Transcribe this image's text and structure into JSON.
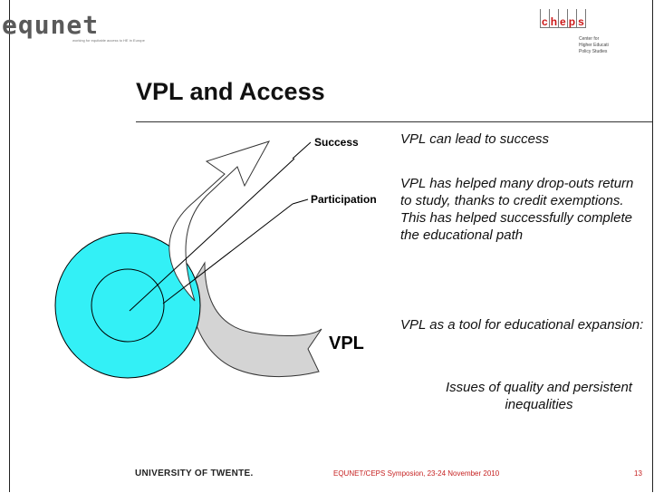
{
  "logos": {
    "left_name": "equnet",
    "left_tagline": "working for equitable access to HE in Europe",
    "right_letters": [
      "c",
      "h",
      "e",
      "p",
      "s"
    ],
    "right_sub": [
      "Center for",
      "Higher Educati",
      "Policy Studies"
    ]
  },
  "slide": {
    "title": "VPL and Access"
  },
  "diagram": {
    "label_success": "Success",
    "label_participation": "Participation",
    "label_vpl": "VPL",
    "colors": {
      "circle_fill": "#33f0f6",
      "ribbon_fill": "#d4d4d4"
    }
  },
  "content": {
    "p1": "VPL  can lead to success",
    "p2": "VPL has helped many drop-outs return to study, thanks to credit exemptions. This has helped successfully complete the educational path",
    "p3": "VPL as a tool for educational expansion:",
    "p4": "Issues of quality and persistent inequalities"
  },
  "footer": {
    "university": "UNIVERSITY OF TWENTE.",
    "event": "EQUNET/CEPS Symposion, 23-24 November 2010",
    "page": "13"
  }
}
